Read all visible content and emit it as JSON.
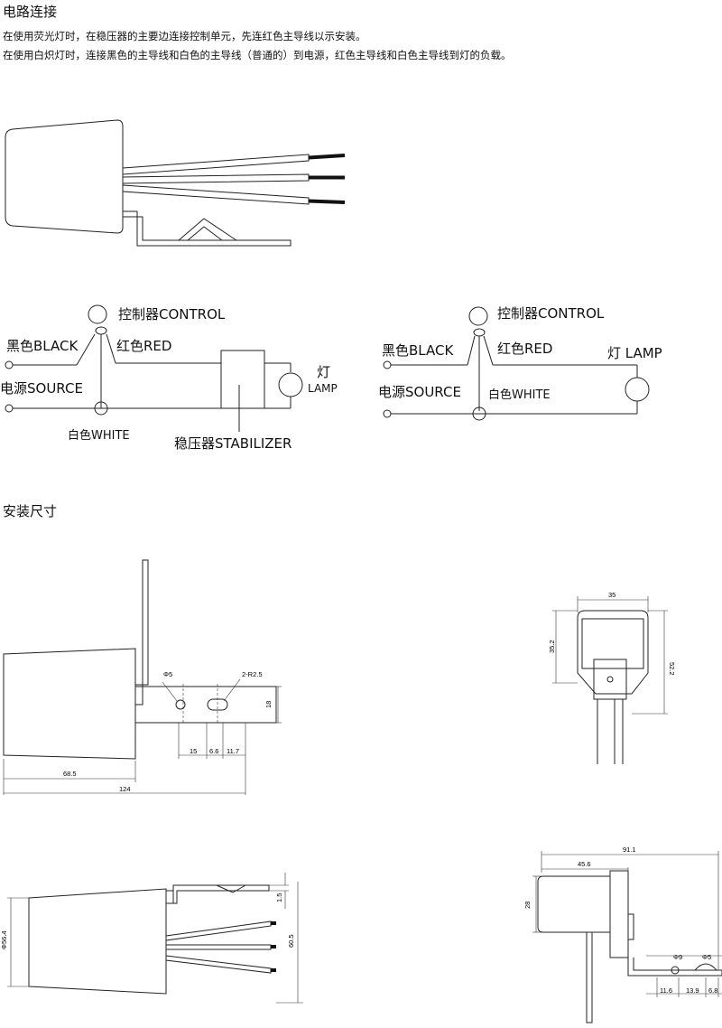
{
  "section1": {
    "heading": "电路连接",
    "line1": "在使用荧光灯时，在稳压器的主要边连接控制单元，先连红色主导线以示安装。",
    "line2": "在使用白炽灯时，连接黑色的主导线和白色的主导线（普通的）到电源，红色主导线和白色主导线到灯的负载。"
  },
  "diagram_left": {
    "control": "控制器CONTROL",
    "black": "黑色BLACK",
    "red": "红色RED",
    "source": "电源SOURCE",
    "white": "白色WHITE",
    "lamp_cn": "灯",
    "lamp_en": "LAMP",
    "stabilizer": "稳压器STABILIZER"
  },
  "diagram_right": {
    "control": "控制器CONTROL",
    "black": "黑色BLACK",
    "red": "红色RED",
    "source": "电源SOURCE",
    "white": "白色WHITE",
    "lamp": "灯 LAMP"
  },
  "section2": {
    "heading": "安装尺寸"
  },
  "dims": {
    "phi5": "Φ5",
    "r25": "2-R2.5",
    "d18": "18",
    "d15": "15",
    "d66": "6.6",
    "d117": "11.7",
    "d685": "68.5",
    "d124": "124",
    "d35": "35",
    "d352": "35.2",
    "d522": "52.2",
    "phi564": "Φ56.4",
    "d15b": "1.5",
    "d605": "60.5",
    "d911": "91.1",
    "d456": "45.6",
    "d28": "28",
    "phi9": "Φ9",
    "phi5b": "Φ5",
    "d116": "11.6",
    "d139": "13.9",
    "d68": "6.8"
  }
}
